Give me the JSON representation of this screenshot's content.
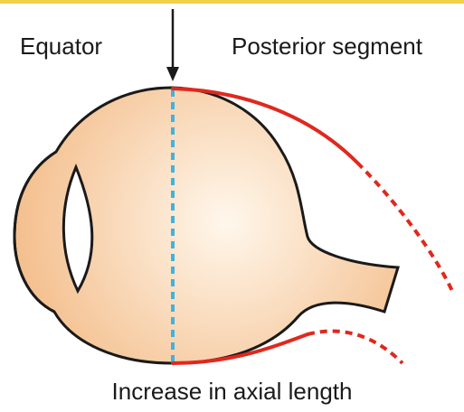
{
  "labels": {
    "equator": "Equator",
    "posterior_segment": "Posterior segment",
    "caption": "Increase in axial length"
  },
  "colors": {
    "top_rule": "#f2d04a",
    "globe_fill_center": "#fff7ec",
    "globe_fill_edge": "#f4c08f",
    "outline": "#1a1a1a",
    "equator_line": "#3fb3e0",
    "elongation": "#e0281e",
    "lens_fill": "#ffffff"
  }
}
